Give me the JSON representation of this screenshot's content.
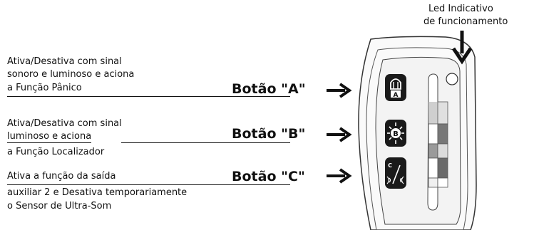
{
  "led_note": {
    "line1": "Led Indicativo",
    "line2": "de funcionamento"
  },
  "buttons": [
    {
      "label": "Botão \"A\"",
      "desc": [
        "Ativa/Desativa com sinal",
        "sonoro e luminoso e aciona",
        "a Função Pânico"
      ]
    },
    {
      "label": "Botão \"B\"",
      "desc": [
        "Ativa/Desativa com sinal",
        "luminoso  e aciona",
        "a Função Localizador"
      ]
    },
    {
      "label": "Botão \"C\"",
      "desc": [
        "Ativa a função da saída",
        "auxiliar 2 e Desativa temporariamente",
        "o Sensor de Ultra-Som"
      ]
    }
  ],
  "key_glyphs": {
    "a_letter": "A",
    "c_letter": "C",
    "b_letter": "B"
  }
}
